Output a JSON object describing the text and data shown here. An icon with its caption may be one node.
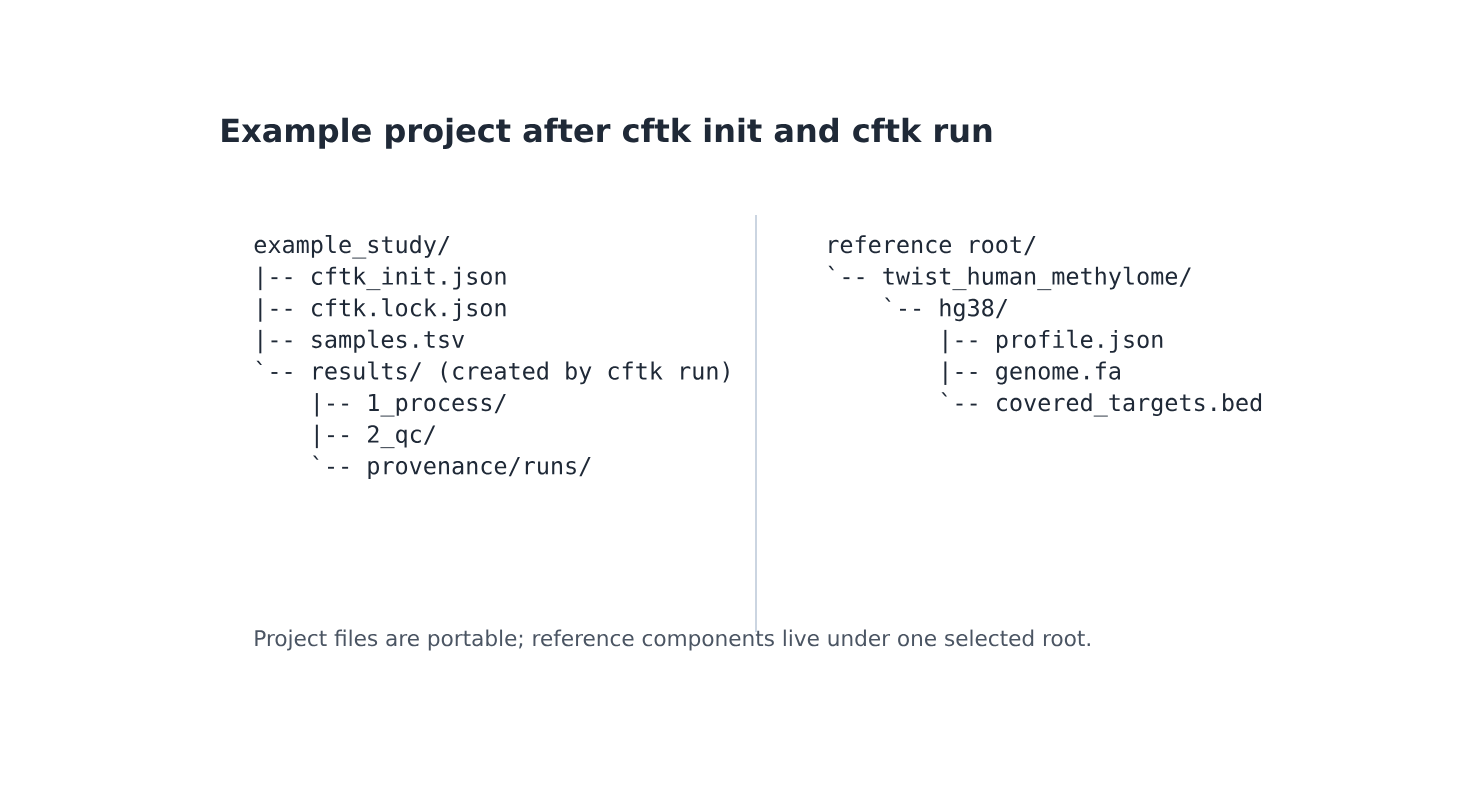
{
  "diagram": {
    "title": "Example project after cftk init and cftk run",
    "caption": "Project files are portable; reference components live under one selected root.",
    "labels": [
      "example_study/",
      "|-- cftk_init.json",
      "|-- cftk.lock.json",
      "|-- samples.tsv",
      "`-- results/  (created by cftk run)",
      "|-- 1_process/",
      "|-- 2_qc/",
      "`-- provenance/runs/",
      "reference root/",
      "`-- twist_human_methylome/",
      "`-- hg38/",
      "|-- profile.json",
      "|-- genome.fa",
      "`-- covered_targets.bed"
    ]
  }
}
